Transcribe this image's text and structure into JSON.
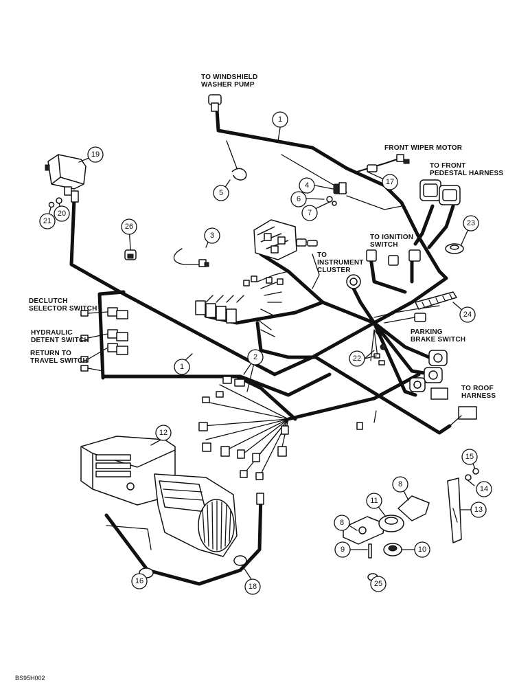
{
  "figure_code": "BS95H002",
  "labels": {
    "washer_pump": "TO WINDSHIELD\nWASHER PUMP",
    "front_wiper_motor": "FRONT WIPER MOTOR",
    "front_pedestal": "TO FRONT\nPEDESTAL HARNESS",
    "ignition_switch": "TO IGNITION\nSWITCH",
    "instrument_cluster": "TO\nINSTRUMENT\nCLUSTER",
    "declutch_switch": "DECLUTCH\nSELECTOR SWITCH",
    "hydraulic_detent": "HYDRAULIC\nDETENT SWITCH",
    "return_to_travel": "RETURN TO\nTRAVEL SWITCH",
    "parking_brake": "PARKING\nBRAKE SWITCH",
    "roof_harness": "TO ROOF\nHARNESS"
  },
  "callouts": [
    {
      "number": "1"
    },
    {
      "number": "1"
    },
    {
      "number": "2"
    },
    {
      "number": "3"
    },
    {
      "number": "4"
    },
    {
      "number": "5"
    },
    {
      "number": "6"
    },
    {
      "number": "7"
    },
    {
      "number": "8"
    },
    {
      "number": "8"
    },
    {
      "number": "9"
    },
    {
      "number": "10"
    },
    {
      "number": "11"
    },
    {
      "number": "12"
    },
    {
      "number": "13"
    },
    {
      "number": "14"
    },
    {
      "number": "15"
    },
    {
      "number": "16"
    },
    {
      "number": "17"
    },
    {
      "number": "18"
    },
    {
      "number": "19"
    },
    {
      "number": "20"
    },
    {
      "number": "21"
    },
    {
      "number": "22"
    },
    {
      "number": "23"
    },
    {
      "number": "24"
    },
    {
      "number": "25"
    },
    {
      "number": "26"
    }
  ]
}
